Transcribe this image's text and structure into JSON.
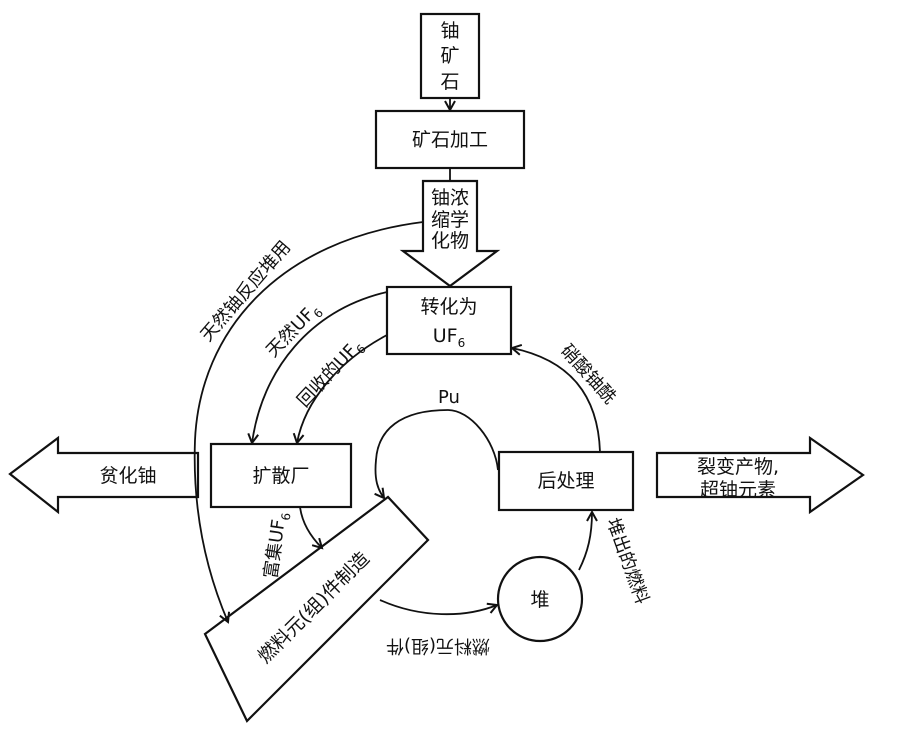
{
  "nodes": {
    "uranium_ore": "铀矿石",
    "ore_processing": "矿石加工",
    "uranium_concentrate": "铀浓缩化学物",
    "convert_uf6_line1": "转化为",
    "convert_uf6_line2": "UF",
    "convert_uf6_sub": "6",
    "diffusion_plant": "扩散厂",
    "post_processing": "后处理",
    "reactor": "堆",
    "fuel_fabrication": "燃料元(组)件制造",
    "depleted_uranium": "贫化铀",
    "fission_products_line1": "裂变产物,",
    "fission_products_line2": "超铀元素"
  },
  "flows": {
    "natural_u_for_reactor": "天然铀反应堆用",
    "natural_uf6": "天然UF",
    "natural_uf6_sub": "6",
    "recovered_uf6": "回收的UF",
    "recovered_uf6_sub": "6",
    "enriched_uf6_1": "富集",
    "enriched_uf6_2": "UF",
    "enriched_uf6_sub": "6",
    "uranyl_nitrate": "硝酸铀酰",
    "plutonium": "Pu",
    "spent_fuel": "堆出的燃料",
    "fuel_elements": "燃料元(组)件"
  }
}
